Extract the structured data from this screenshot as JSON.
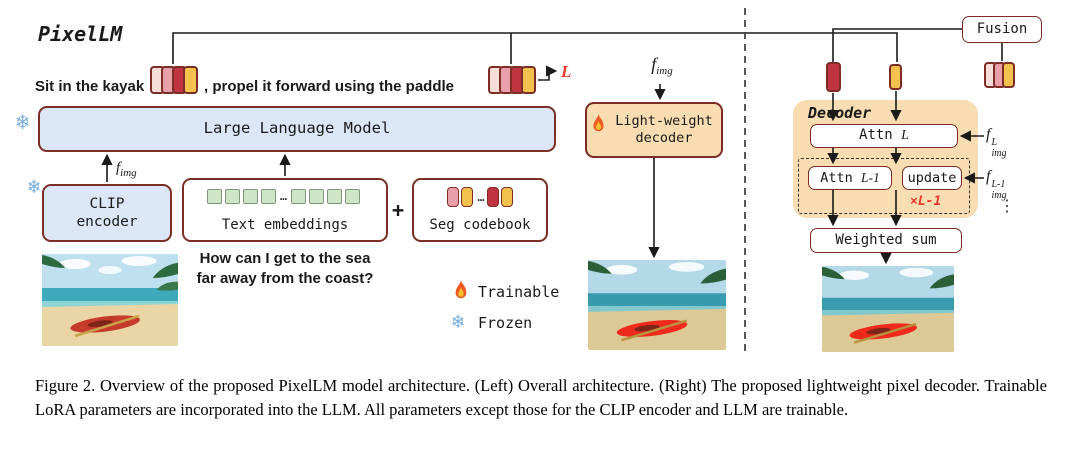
{
  "title": "PixelLM",
  "left": {
    "prompt_prefix": "Sit in the kayak",
    "prompt_suffix": ", propel it forward using the paddle",
    "output_L": "L",
    "llm_label": "Large Language Model",
    "clip_label": "CLIP encoder",
    "text_embeddings_label": "Text embeddings",
    "plus": "+",
    "seg_codebook_label": "Seg codebook",
    "question_line1": "How can I get to the sea",
    "question_line2": "far away from the coast?",
    "lw_decoder_label": "Light-weight decoder",
    "legend_trainable": "Trainable",
    "legend_frozen": "Frozen",
    "ellipsis": "…"
  },
  "right": {
    "fusion_label": "Fusion",
    "decoder_title": "Decoder",
    "attn_prefix": "Attn",
    "update_label": "update",
    "times_label": "×L-1",
    "weighted_sum_label": "Weighted sum",
    "vertical_dots": "⋮"
  },
  "math": {
    "f": "f",
    "img": "img",
    "L": "L",
    "Lminus1": "L-1"
  },
  "icons": {
    "snowflake": "❄",
    "flame": "flame"
  },
  "caption": "Figure 2.  Overview of the proposed PixelLM model architecture.  (Left) Overall architecture.  (Right) The proposed lightweight pixel decoder.  Trainable LoRA parameters are incorporated into the LLM. All parameters except those for the CLIP encoder and LLM are trainable.",
  "colors": {
    "llm_fill": "#dbe7f6",
    "decoder_fill": "#f8dcb2",
    "border_maroon": "#7b2d26",
    "token_pink_light": "#f6ddd8",
    "token_pink": "#e9a0ab",
    "token_red": "#bf3440",
    "token_gold": "#f2c14e",
    "square_green": "#cfe6c6",
    "accent_red": "#e8372c",
    "snowflake_blue": "#79aede"
  }
}
